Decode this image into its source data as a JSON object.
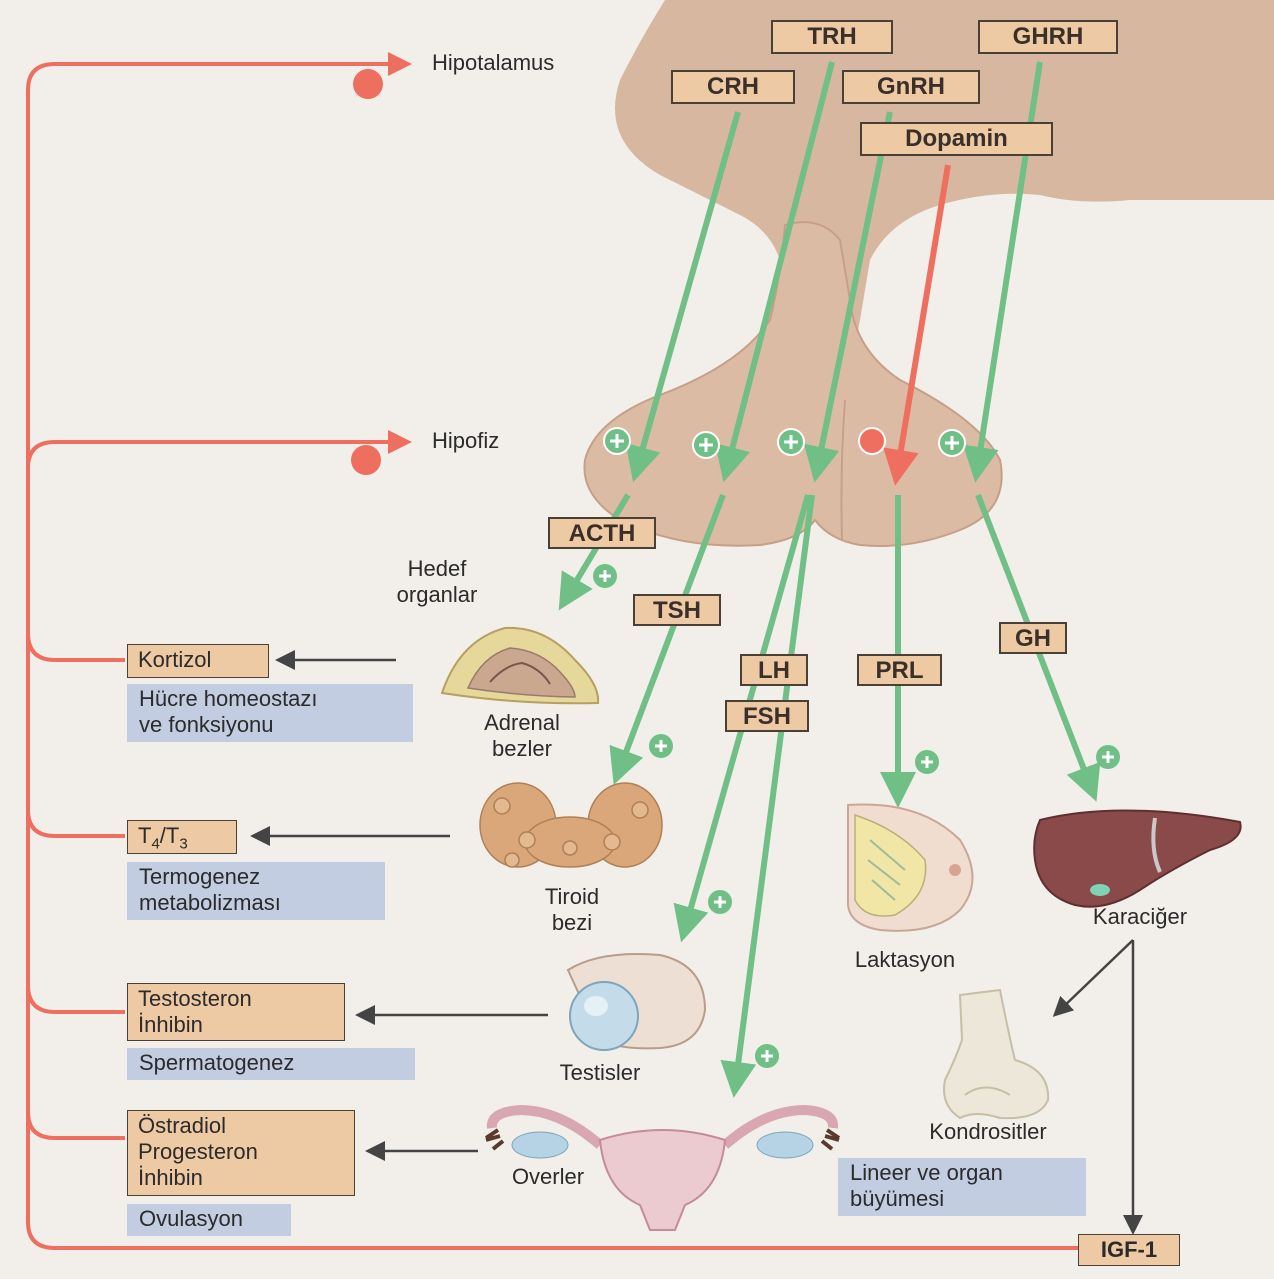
{
  "brain": {
    "hypothalamus_label": "Hipotalamus",
    "pituitary_label": "Hipofiz",
    "target_organs_label": [
      "Hedef",
      "organlar"
    ]
  },
  "releasing_hormones": {
    "trh": "TRH",
    "ghrh": "GHRH",
    "crh": "CRH",
    "gnrh": "GnRH",
    "dopamin": "Dopamin"
  },
  "pituitary_hormones": {
    "acth": "ACTH",
    "tsh": "TSH",
    "lh": "LH",
    "fsh": "FSH",
    "prl": "PRL",
    "gh": "GH"
  },
  "organs": {
    "adrenal": [
      "Adrenal",
      "bezler"
    ],
    "thyroid": [
      "Tiroid",
      "bezi"
    ],
    "testes": "Testisler",
    "ovaries": "Overler",
    "breast": "Laktasyon",
    "liver": "Karaciğer",
    "chondrocytes": "Kondrositler"
  },
  "products": {
    "cortisol": "Kortizol",
    "t4": "T",
    "t4_sub": "4",
    "t3": "/T",
    "t3_sub": "3",
    "testes": [
      "Testosteron",
      "İnhibin"
    ],
    "ovaries": [
      "Östradiol",
      "Progesteron",
      "İnhibin"
    ],
    "igf": "IGF-1"
  },
  "effects": {
    "cortisol": [
      "Hücre homeostazı",
      "ve fonksiyonu"
    ],
    "thyroid": [
      "Termogenez",
      "metabolizması"
    ],
    "testes": "Spermatogenez",
    "ovaries": "Ovulasyon",
    "growth": [
      "Lineer ve organ",
      "büyümesi"
    ]
  },
  "colors": {
    "stimulatory": "#6fbf86",
    "inhibitory": "#ee6f5f",
    "feedback": "#ee6f5f",
    "hormone_box": "#edc9a4",
    "effect_box": "#c3cde2",
    "tissue": "#d9b9a2"
  }
}
